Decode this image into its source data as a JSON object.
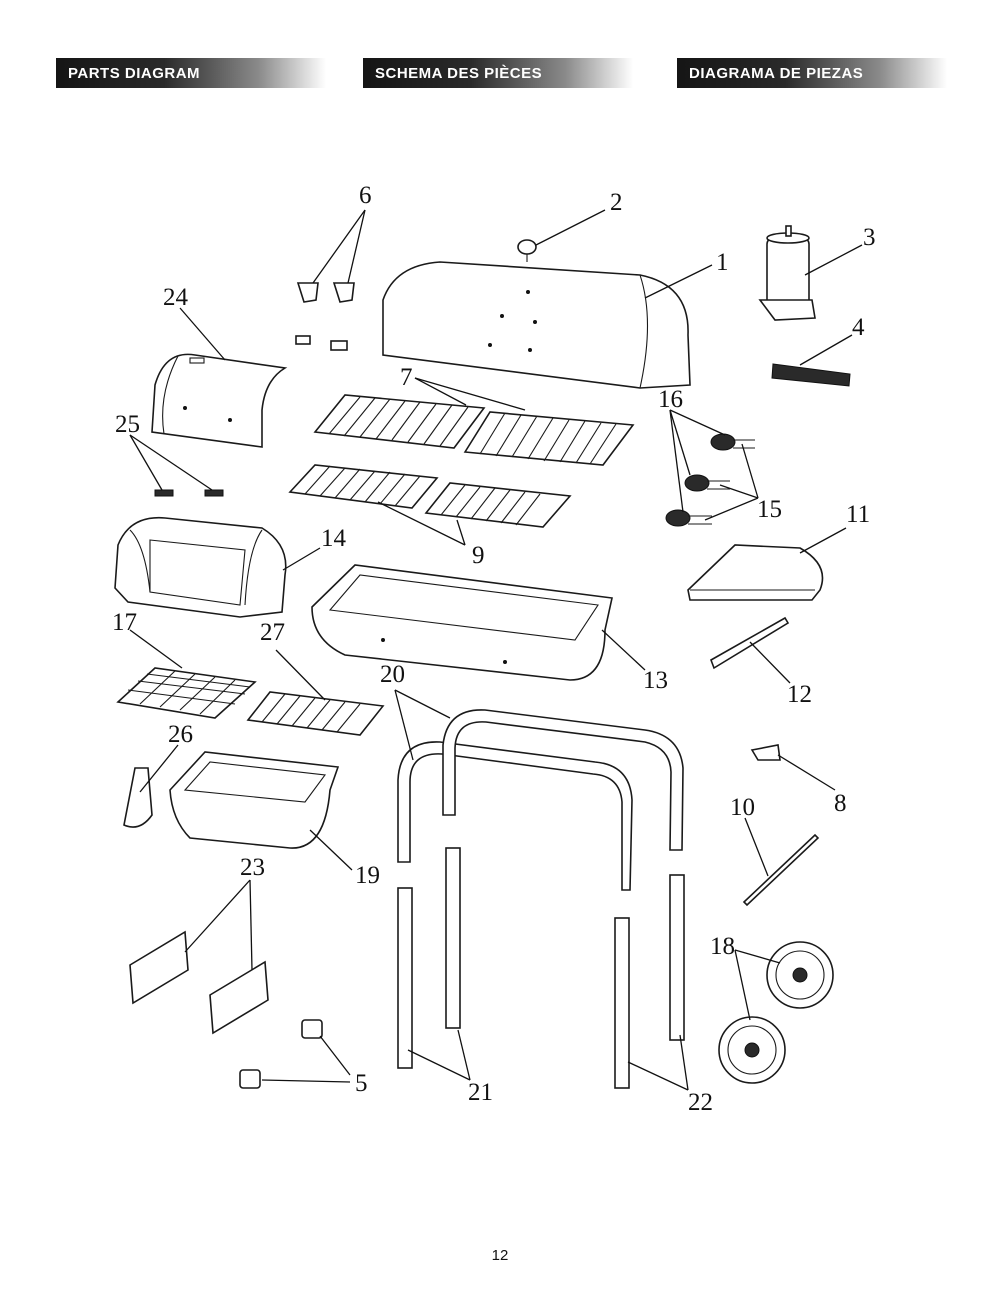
{
  "headers": {
    "en": "PARTS DIAGRAM",
    "fr": "SCHEMA DES PIÈCES",
    "es": "DIAGRAMA DE PIEZAS"
  },
  "callouts": [
    "1",
    "2",
    "3",
    "4",
    "5",
    "6",
    "7",
    "8",
    "9",
    "10",
    "11",
    "12",
    "13",
    "14",
    "15",
    "16",
    "17",
    "18",
    "19",
    "20",
    "21",
    "22",
    "23",
    "24",
    "25",
    "26",
    "27"
  ],
  "page_number": "12"
}
